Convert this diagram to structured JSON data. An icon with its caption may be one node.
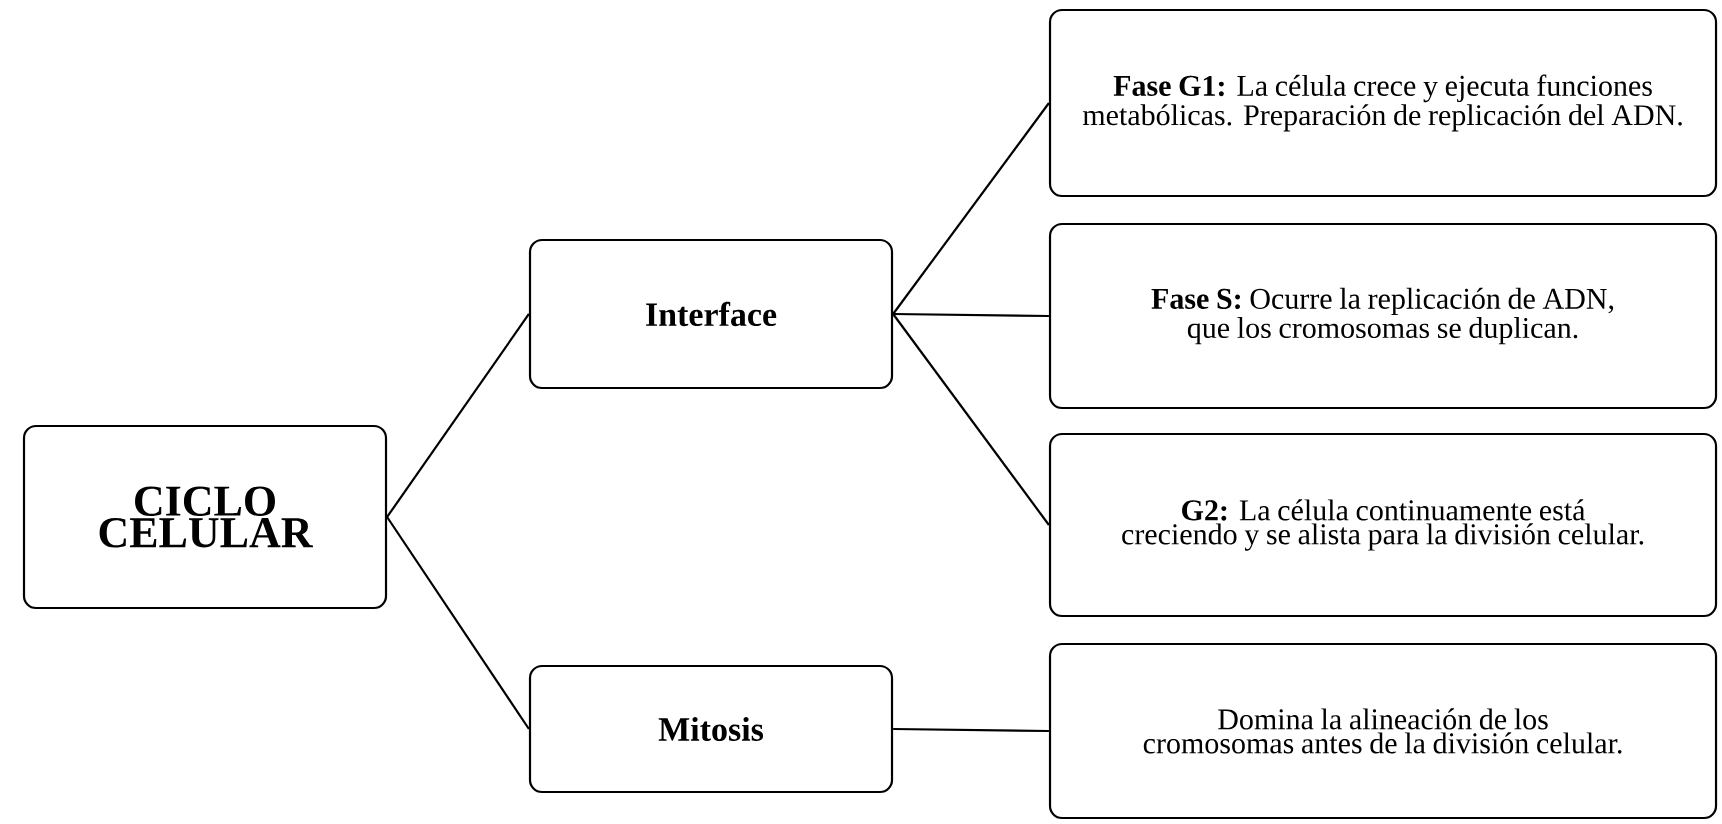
{
  "diagram": {
    "nodes": [
      {
        "text": [
          "CICLO CELULAR"
        ]
      },
      {
        "text": [
          "Interface"
        ]
      },
      {
        "text": [
          "Mitosis"
        ]
      },
      {
        "text": [
          "**Fase G1:** La célula crece y ejecuta funciones metabólicas. Preparación de replicación del ADN."
        ]
      },
      {
        "text": [
          "**Fase S:** Ocurre la replicación de ADN, que los cromosomas se duplican."
        ]
      },
      {
        "text": [
          "**G2:** La célula continuamente está creciendo y se alista para la división celular."
        ]
      },
      {
        "text": [
          "Domina la alineación de los cromosomas antes de la división celular."
        ]
      }
    ],
    "edges": [
      {
        "from": 0,
        "to": 1,
        "arrow": "none"
      },
      {
        "from": 0,
        "to": 2,
        "arrow": "none"
      },
      {
        "from": 1,
        "to": 3,
        "arrow": "none"
      },
      {
        "from": 1,
        "to": 4,
        "arrow": "none"
      },
      {
        "from": 1,
        "to": 5,
        "arrow": "none"
      },
      {
        "from": 2,
        "to": 6,
        "arrow": "none"
      }
    ]
  }
}
